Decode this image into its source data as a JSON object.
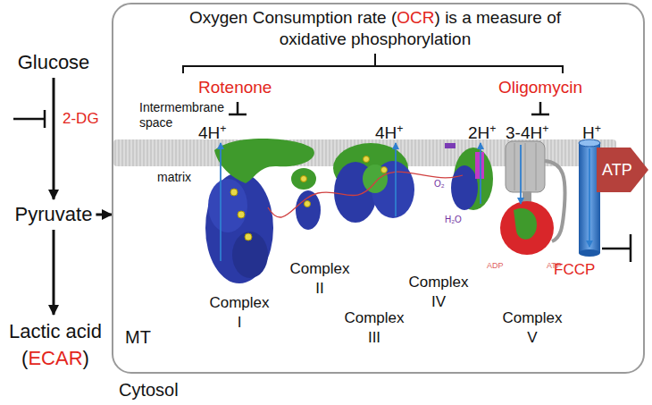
{
  "diagram": {
    "title": "Oxygen Consumption rate (OCR) is a measure of oxidative phosphorylation",
    "nodes": [
      {
        "text": [
          "Glucose"
        ]
      },
      {
        "text": [
          "Pyruvate"
        ]
      },
      {
        "text": [
          "Lactic acid (ECAR)"
        ]
      },
      {
        "text": [
          "MT"
        ]
      },
      {
        "text": [
          "ATP"
        ]
      }
    ],
    "edges": [
      {
        "from": 0,
        "to": 1,
        "arrow": "to"
      },
      {
        "from": 1,
        "to": 2,
        "arrow": "to"
      },
      {
        "from": 1,
        "to": 3,
        "arrow": "to"
      }
    ],
    "labels": [
      "2-DG",
      "Rotenone",
      "Oligomycin",
      "Intermembrane space",
      "4H+",
      "4H+",
      "2H+",
      "3-4H+",
      "H+",
      "matrix",
      "O₂",
      "H₂O",
      "ADP",
      "ATP",
      "Complex I",
      "Complex II",
      "Complex III",
      "Complex IV",
      "Complex V",
      "FCCP",
      "Cytosol"
    ]
  }
}
